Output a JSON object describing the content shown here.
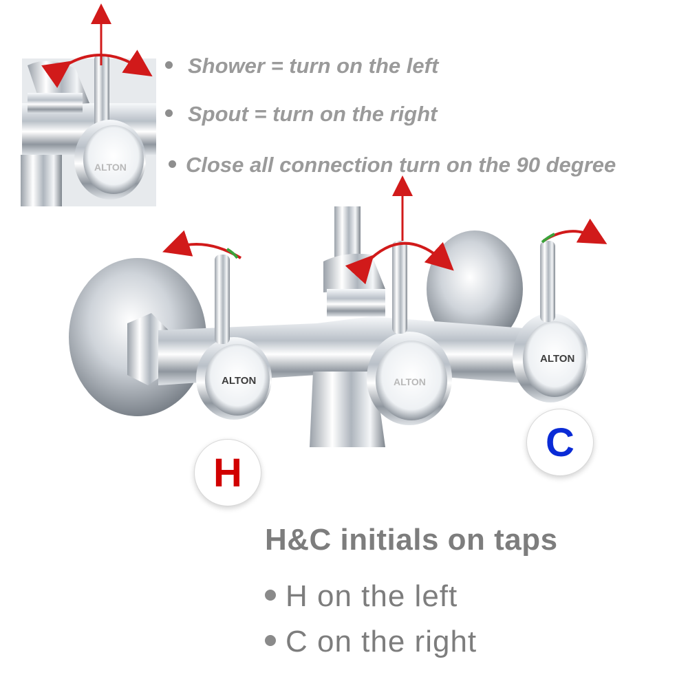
{
  "instructions": [
    {
      "text": "Shower = turn on the left"
    },
    {
      "text": "Spout = turn on the right"
    },
    {
      "text": "Close all connection turn on the 90 degree"
    }
  ],
  "brand": {
    "label": "ALTON"
  },
  "badges": {
    "hot": "H",
    "cold": "C",
    "hot_color": "#d10000",
    "cold_color": "#0a2bd6"
  },
  "summary": {
    "title": "H&C initials on taps",
    "rules": [
      {
        "text": "H on the left"
      },
      {
        "text": "C on the right"
      }
    ]
  },
  "colors": {
    "arrow": "#d11a1a",
    "arrow_tail": "#3aa23a",
    "chrome": "#c9ced4",
    "text": "#8e8e8e"
  }
}
